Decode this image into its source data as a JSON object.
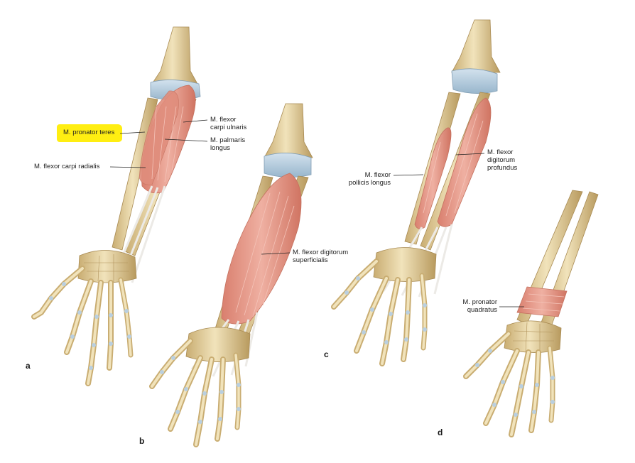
{
  "panels": [
    {
      "letter": "a",
      "labels": [
        "M. pronator teres",
        "M. flexor\ncarpi ulnaris",
        "M. palmaris\nlongus",
        "M. flexor carpi radialis"
      ]
    },
    {
      "letter": "b",
      "labels": [
        "M. flexor digitorum\nsuperficialis"
      ]
    },
    {
      "letter": "c",
      "labels": [
        "M. flexor\npollicis longus",
        "M. flexor\ndigitorum\nprofundus"
      ]
    },
    {
      "letter": "d",
      "labels": [
        "M. pronator\nquadratus"
      ]
    }
  ],
  "highlight_label": "M. pronator teres",
  "colors": {
    "bone": "#e8d6a6",
    "bone_edge": "#b8995e",
    "cartilage": "#b9cfe0",
    "muscle": "#e5998a",
    "muscle_edge": "#c4715f",
    "tendon": "#ece9e6",
    "highlight": "#ffee12",
    "leader": "#222222"
  }
}
